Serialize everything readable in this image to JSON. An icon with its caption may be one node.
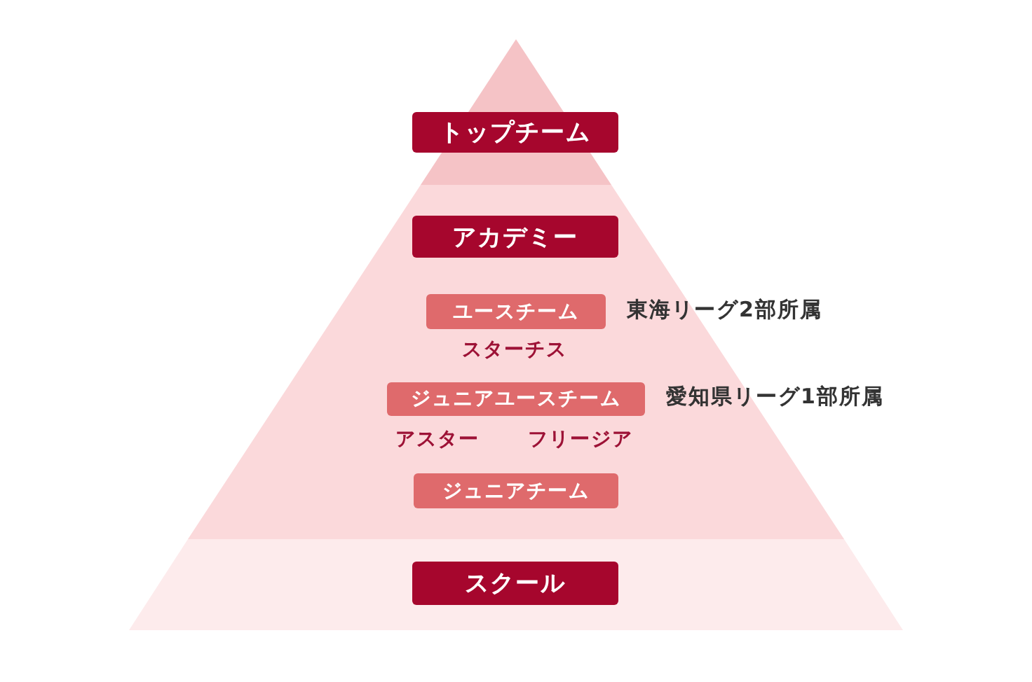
{
  "diagram": {
    "nodes": [
      {
        "text": [],
        "shape": "triangle"
      },
      {
        "text": [
          "トップチーム"
        ]
      },
      {
        "text": [],
        "shape": "band"
      },
      {
        "text": [
          "アカデミー"
        ],
        "in": 2
      },
      {
        "text": [
          "ユースチーム"
        ],
        "in": 2,
        "beside": [
          "東海リーグ2部所属"
        ]
      },
      {
        "text": [
          "ジュニアユースチーム"
        ],
        "in": 2,
        "beside": [
          "愛知県リーグ1部所属"
        ]
      },
      {
        "text": [
          "ジュニアチーム"
        ],
        "in": 2
      },
      {
        "text": [],
        "shape": "band"
      },
      {
        "text": [
          "スクール"
        ],
        "in": 7
      }
    ],
    "labels": [
      "スターチス",
      "アスター",
      "フリージア"
    ]
  }
}
